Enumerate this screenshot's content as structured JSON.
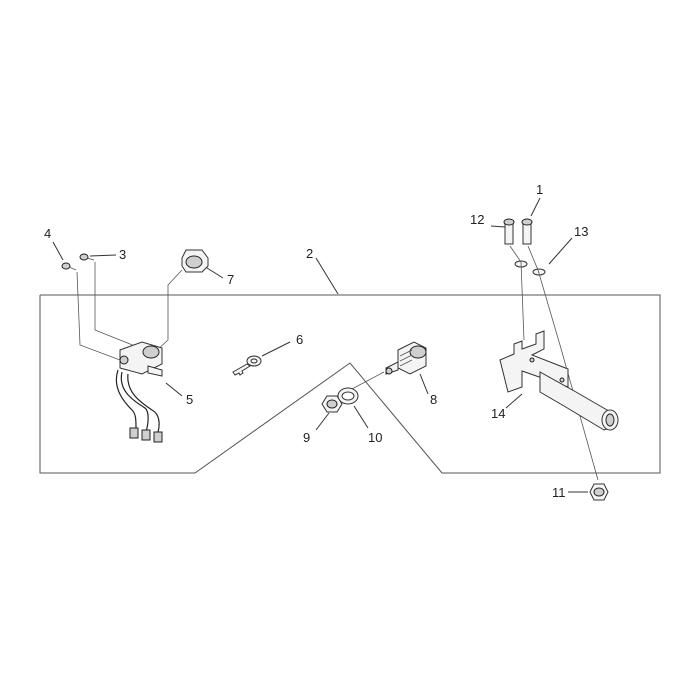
{
  "callouts": {
    "c1": "1",
    "c2": "2",
    "c3": "3",
    "c4": "4",
    "c5": "5",
    "c6": "6",
    "c7": "7",
    "c8": "8",
    "c9": "9",
    "c10": "10",
    "c11": "11",
    "c12": "12",
    "c13": "13",
    "c14": "14"
  },
  "parts": [
    {
      "ref": "1",
      "icon": "long-bolt-icon"
    },
    {
      "ref": "2",
      "icon": "assembly-frame-outline"
    },
    {
      "ref": "3",
      "icon": "screw-icon"
    },
    {
      "ref": "4",
      "icon": "screw-icon"
    },
    {
      "ref": "5",
      "icon": "ignition-switch-icon"
    },
    {
      "ref": "6",
      "icon": "key-icon"
    },
    {
      "ref": "7",
      "icon": "cap-icon"
    },
    {
      "ref": "8",
      "icon": "switch-body-icon"
    },
    {
      "ref": "9",
      "icon": "nut-icon"
    },
    {
      "ref": "10",
      "icon": "washer-icon"
    },
    {
      "ref": "11",
      "icon": "nut-icon"
    },
    {
      "ref": "12",
      "icon": "long-bolt-icon"
    },
    {
      "ref": "13",
      "icon": "washer-icon"
    },
    {
      "ref": "14",
      "icon": "bracket-icon"
    }
  ]
}
